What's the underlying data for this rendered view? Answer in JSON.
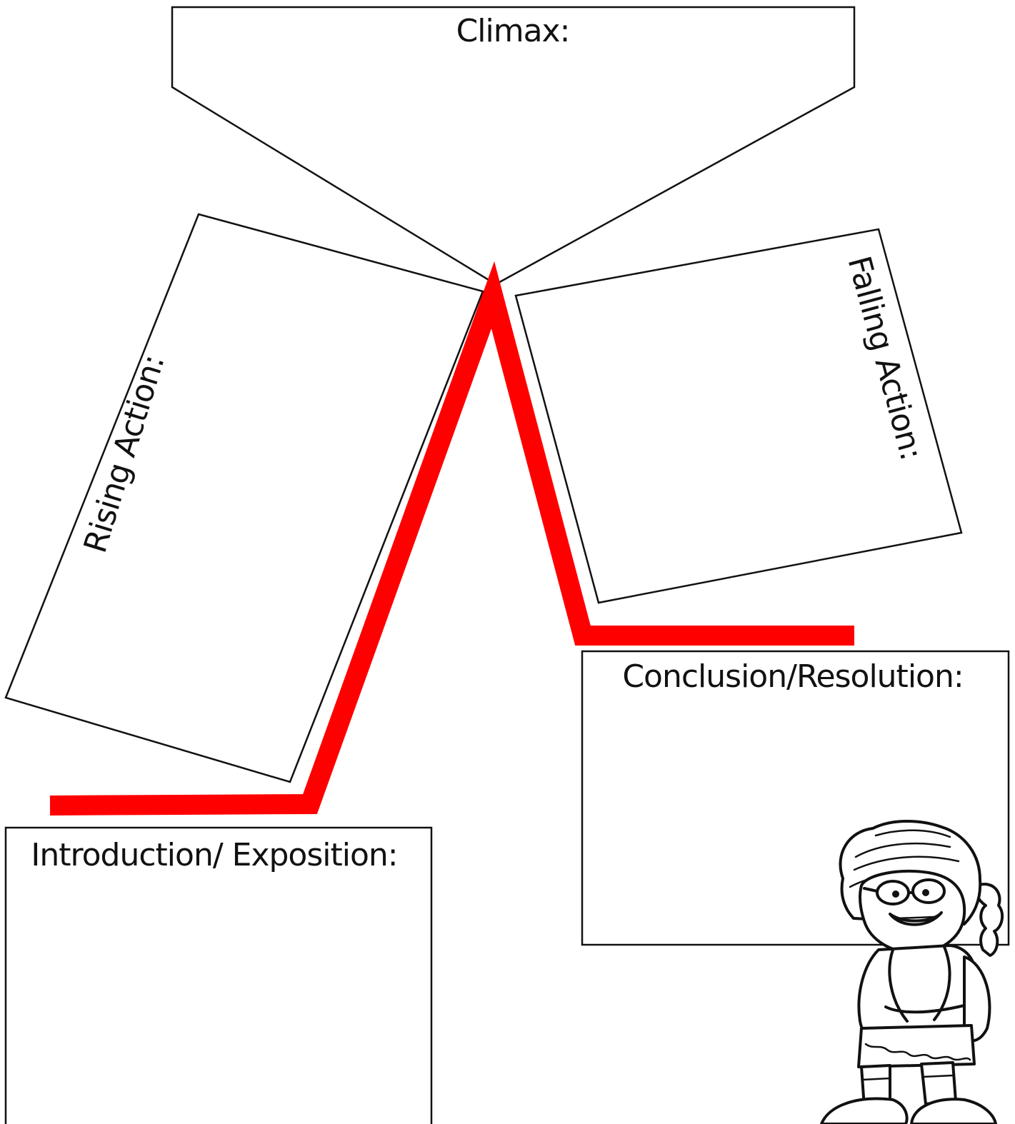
{
  "labels": {
    "climax": "Climax:",
    "rising_action": "Rising Action:",
    "falling_action": "Falling Action:",
    "conclusion": "Conclusion/Resolution:",
    "introduction": "Introduction/ Exposition:"
  },
  "colors": {
    "plot_line": "#ff0000",
    "outline": "#111111",
    "background": "#ffffff"
  },
  "decoration": {
    "icon": "girl-character-icon"
  }
}
